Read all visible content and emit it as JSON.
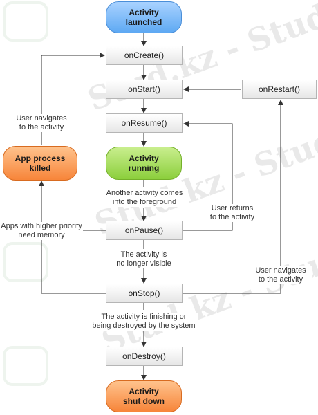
{
  "states": {
    "launched": "Activity\nlaunched",
    "running": "Activity\nrunning",
    "shut_down": "Activity\nshut down",
    "killed": "App process\nkilled"
  },
  "callbacks": {
    "on_create": "onCreate()",
    "on_start": "onStart()",
    "on_resume": "onResume()",
    "on_pause": "onPause()",
    "on_stop": "onStop()",
    "on_destroy": "onDestroy()",
    "on_restart": "onRestart()"
  },
  "transitions": {
    "another_activity": "Another activity comes\ninto the foreground",
    "user_returns": "User returns\nto the activity",
    "apps_need_memory": "Apps with higher priority\nneed memory",
    "no_longer_visible": "The activity is\nno longer visible",
    "user_navigates_restart": "User navigates\nto the activity",
    "user_navigates_killed": "User navigates\nto the activity",
    "finishing": "The activity is finishing or\nbeing destroyed by the system"
  },
  "watermark": "Stud.kz - Stud.kz"
}
